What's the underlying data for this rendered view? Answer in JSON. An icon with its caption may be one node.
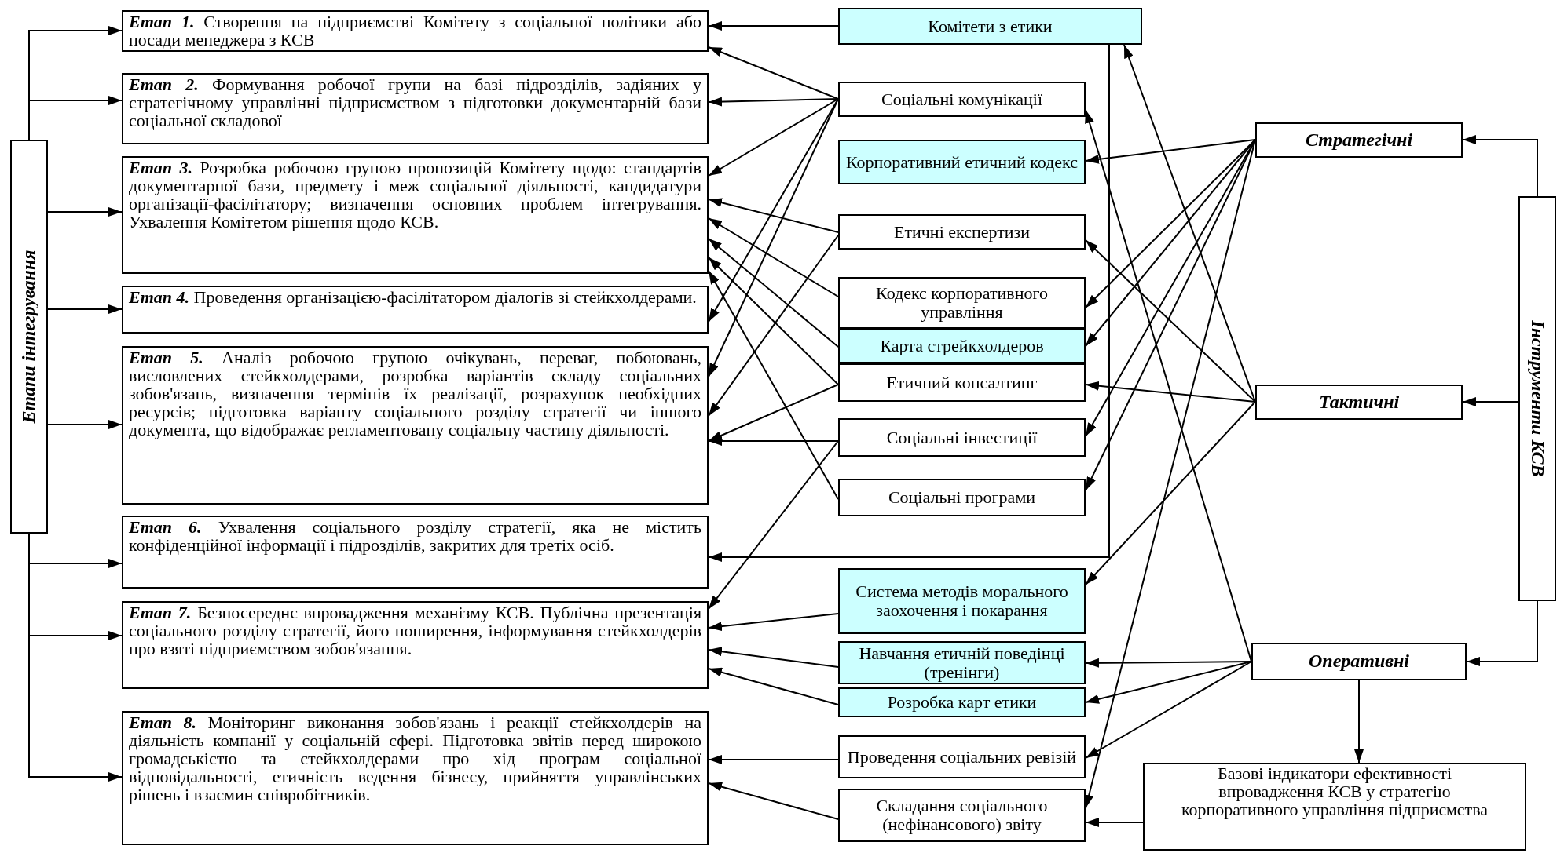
{
  "diagram": {
    "nodes": [
      {
        "text": [
          "Етапи інтегрування"
        ]
      },
      {
        "text": [
          "**Етап 1.** Створення на підприємстві Комітету з соціальної політики або посади менеджера з КСВ"
        ]
      },
      {
        "text": [
          "**Етап 2.** Формування робочої групи на базі підрозділів, задіяних у стратегічному управлінні підприємством з підготовки документарній бази соціальної складової"
        ]
      },
      {
        "text": [
          "**Етап 3.** Розробка робочою групою пропозицій Комітету щодо: стандартів документарної бази, предмету і меж соціальної діяльності, кандидатури організації-фасілітатору; визначення основних проблем інтегрування. Ухвалення Комітетом рішення щодо КСВ."
        ]
      },
      {
        "text": [
          "**Етап 4.** Проведення організацією-фасілітатором діалогів зі стейкхолдерами."
        ]
      },
      {
        "text": [
          "**Етап 5.** Аналіз робочою групою очікувань, переваг, побоювань, висловлених стейкхолдерами, розробка варіантів складу соціальних зобов'язань, визначення термінів їх реалізації, розрахунок необхідних ресурсів; підготовка варіанту соціального розділу стратегії чи іншого документа, що відображає регламентовану соціальну частину діяльності."
        ]
      },
      {
        "text": [
          "**Етап 6.** Ухвалення соціального розділу стратегії, яка не містить конфіденційної інформації і підрозділів, закритих для третіх осіб."
        ]
      },
      {
        "text": [
          "**Етап 7.** Безпосереднє впровадження механізму КСВ. Публічна презентація соціального розділу стратегії, його поширення, інформування стейкхолдерів про взяті підприємством зобов'язання."
        ]
      },
      {
        "text": [
          "**Етап 8.** Моніторинг виконання зобов'язань і реакції стейкхолдерів на діяльність компанії у соціальній сфері. Підготовка звітів перед широкою громадськістю та стейкхолдерами про хід програм соціальної відповідальності, етичність ведення бізнесу, прийняття управлінських рішень і взаємин співробітників."
        ]
      },
      {
        "text": [
          "Комітети з етики"
        ]
      },
      {
        "text": [
          "Соціальні комунікації"
        ]
      },
      {
        "text": [
          "Корпоративний етичний кодекс"
        ]
      },
      {
        "text": [
          "Етичні експертизи"
        ]
      },
      {
        "text": [
          "Кодекс корпоративного управління"
        ]
      },
      {
        "text": [
          "Карта стрейкхолдеров"
        ]
      },
      {
        "text": [
          "Етичний консалтинг"
        ]
      },
      {
        "text": [
          "Соціальні інвестиції"
        ]
      },
      {
        "text": [
          "Соціальні програми"
        ]
      },
      {
        "text": [
          "Система методів морального заохочення і покарання"
        ]
      },
      {
        "text": [
          "Навчання етичній поведінці (тренінги)"
        ]
      },
      {
        "text": [
          "Розробка карт етики"
        ]
      },
      {
        "text": [
          "Проведення соціальних ревізій"
        ]
      },
      {
        "text": [
          "Складання соціального (нефінансового) звіту"
        ]
      },
      {
        "text": [
          "Стратегічні"
        ]
      },
      {
        "text": [
          "Тактичні"
        ]
      },
      {
        "text": [
          "Оперативні"
        ]
      },
      {
        "text": [
          "Інструменти КСВ"
        ]
      },
      {
        "text": [
          "Базові індикатори ефективності впровадження КСВ у стратегію корпоративного управління підприємства"
        ]
      }
    ],
    "edges": [
      {
        "from": 0,
        "to": 1,
        "arrow": "to"
      },
      {
        "from": 0,
        "to": 2,
        "arrow": "to"
      },
      {
        "from": 0,
        "to": 3,
        "arrow": "to"
      },
      {
        "from": 0,
        "to": 4,
        "arrow": "to"
      },
      {
        "from": 0,
        "to": 5,
        "arrow": "to"
      },
      {
        "from": 0,
        "to": 6,
        "arrow": "to"
      },
      {
        "from": 0,
        "to": 7,
        "arrow": "to"
      },
      {
        "from": 0,
        "to": 8,
        "arrow": "to"
      },
      {
        "from": 9,
        "to": 1,
        "arrow": "to"
      },
      {
        "from": 10,
        "to": 1,
        "arrow": "to"
      },
      {
        "from": 10,
        "to": 2,
        "arrow": "to"
      },
      {
        "from": 10,
        "to": 3,
        "arrow": "to"
      },
      {
        "from": 10,
        "to": 4,
        "arrow": "to"
      },
      {
        "from": 10,
        "to": 5,
        "arrow": "to"
      },
      {
        "from": 12,
        "to": 3,
        "arrow": "to"
      },
      {
        "from": 12,
        "to": 5,
        "arrow": "to"
      },
      {
        "from": 13,
        "to": 3,
        "arrow": "to"
      },
      {
        "from": 14,
        "to": 3,
        "arrow": "to"
      },
      {
        "from": 15,
        "to": 3,
        "arrow": "to"
      },
      {
        "from": 15,
        "to": 5,
        "arrow": "to"
      },
      {
        "from": 16,
        "to": 5,
        "arrow": "to"
      },
      {
        "from": 16,
        "to": 7,
        "arrow": "to"
      },
      {
        "from": 17,
        "to": 3,
        "arrow": "to"
      },
      {
        "from": 9,
        "to": 6,
        "arrow": "to"
      },
      {
        "from": 18,
        "to": 7,
        "arrow": "to"
      },
      {
        "from": 19,
        "to": 7,
        "arrow": "to"
      },
      {
        "from": 20,
        "to": 7,
        "arrow": "to"
      },
      {
        "from": 21,
        "to": 8,
        "arrow": "to"
      },
      {
        "from": 22,
        "to": 8,
        "arrow": "to"
      },
      {
        "from": 23,
        "to": 11,
        "arrow": "to"
      },
      {
        "from": 23,
        "to": 13,
        "arrow": "to"
      },
      {
        "from": 23,
        "to": 14,
        "arrow": "to"
      },
      {
        "from": 23,
        "to": 16,
        "arrow": "to"
      },
      {
        "from": 23,
        "to": 17,
        "arrow": "to"
      },
      {
        "from": 23,
        "to": 22,
        "arrow": "to"
      },
      {
        "from": 24,
        "to": 9,
        "arrow": "to"
      },
      {
        "from": 24,
        "to": 12,
        "arrow": "to"
      },
      {
        "from": 24,
        "to": 15,
        "arrow": "to"
      },
      {
        "from": 24,
        "to": 18,
        "arrow": "to"
      },
      {
        "from": 25,
        "to": 10,
        "arrow": "to"
      },
      {
        "from": 25,
        "to": 19,
        "arrow": "to"
      },
      {
        "from": 25,
        "to": 20,
        "arrow": "to"
      },
      {
        "from": 25,
        "to": 21,
        "arrow": "to"
      },
      {
        "from": 25,
        "to": 27,
        "arrow": "to"
      },
      {
        "from": 27,
        "to": 22,
        "arrow": "to"
      },
      {
        "from": 26,
        "to": 23,
        "arrow": "to"
      },
      {
        "from": 26,
        "to": 24,
        "arrow": "to"
      },
      {
        "from": 26,
        "to": 25,
        "arrow": "to"
      }
    ]
  }
}
